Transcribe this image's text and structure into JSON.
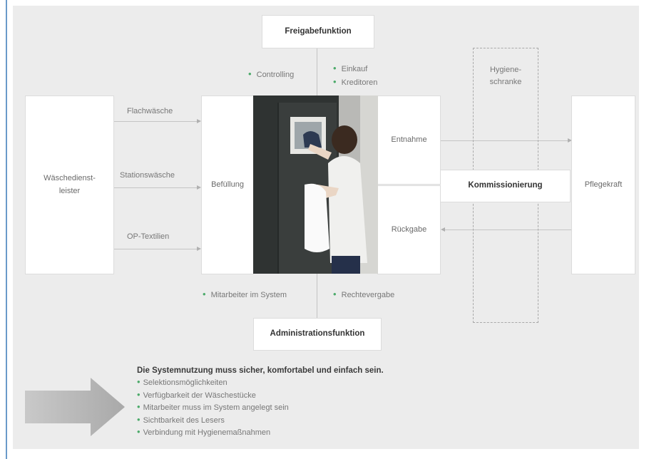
{
  "boxes": {
    "waesche_dienstleister": "Wäschedienst-\nleister",
    "befuellung": "Befüllung",
    "entnahme": "Entnahme",
    "rueckgabe": "Rückgabe",
    "kommissionierung": "Kommissionierung",
    "pflegekraft": "Pflegekraft",
    "freigabefunktion": "Freigabefunktion",
    "administrationsfunktion": "Administrationsfunktion",
    "hygieneschranke": "Hygiene-\nschranke"
  },
  "flows": {
    "flachwaesche": "Flachwäsche",
    "stationswaesche": "Stationswäsche",
    "op_textilien": "OP-Textilien"
  },
  "annotations": {
    "controlling": "Controlling",
    "einkauf": "Einkauf",
    "kreditoren": "Kreditoren",
    "mitarbeiter_im_system": "Mitarbeiter im System",
    "rechtevergabe": "Rechtevergabe"
  },
  "notes": {
    "heading": "Die Systemnutzung muss sicher, komfortabel und einfach sein.",
    "items": [
      "Selektionsmöglichkeiten",
      "Verfügbarkeit der Wäschestücke",
      "Mitarbeiter muss im System angelegt sein",
      "Sichtbarkeit des Lesers",
      "Verbindung mit Hygienemaßnahmen"
    ]
  },
  "colors": {
    "bullet": "#4caa6a",
    "background": "#ececec",
    "frame_border": "#6a9ac9"
  }
}
